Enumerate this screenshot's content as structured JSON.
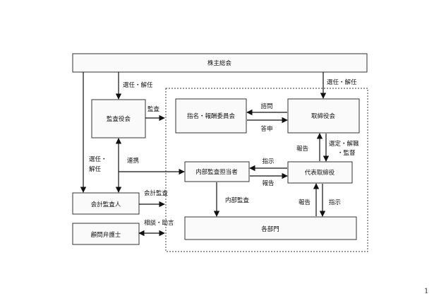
{
  "nodes": {
    "shareholders": "株主総会",
    "auditors": "監査役会",
    "nomination": "指名・報酬委員会",
    "board": "取締役会",
    "internal_audit": "内部監査担当者",
    "representative": "代表取締役",
    "accounting_auditor": "会計監査人",
    "legal_advisor": "顧問弁護士",
    "departments": "各部門"
  },
  "edge_labels": {
    "elect_dismiss_auditors": "選任・解任",
    "elect_dismiss_board": "選任・解任",
    "audit": "監査",
    "consult": "諮問",
    "answer": "答申",
    "elect_dismiss_accounting_1": "選任・",
    "elect_dismiss_accounting_2": "解任",
    "cooperation": "連携",
    "report_rep_to_board": "報告",
    "select_dismiss_1": "選定・解職",
    "select_dismiss_2": "・監督",
    "instruct_rep_to_audit": "指示",
    "report_audit_to_rep": "報告",
    "accounting_audit": "会計監査",
    "internal_audit_label": "内部監査",
    "report_dept_to_rep": "報告",
    "instruct_rep_to_dept": "指示",
    "advice": "相談・助言"
  },
  "page_number": "1"
}
